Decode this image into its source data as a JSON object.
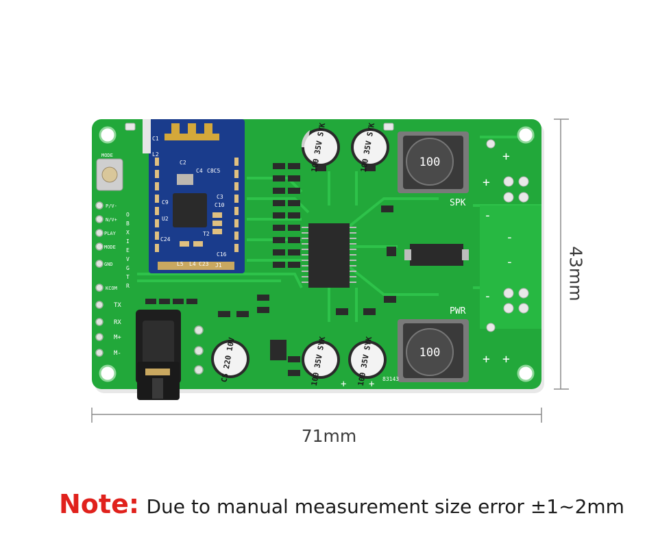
{
  "dimensions": {
    "width": "71mm",
    "height": "43mm"
  },
  "note": {
    "label": "Note:",
    "text": "Due to manual measurement size error ±1~2mm"
  },
  "board": {
    "pcb_color": "#22a83a",
    "trace_color": "#2ec24a",
    "module_color": "#1a3c8c",
    "silkscreen": {
      "mode": "MODE",
      "spk": "SPK",
      "pwr": "PWR",
      "plus": "+",
      "minus": "-",
      "left_pins": [
        "P/V-",
        "N/V+",
        "PLAY",
        "MODE",
        "GND",
        "KCOM",
        "TX",
        "RX",
        "M+",
        "M-"
      ],
      "led_column": [
        "O",
        "B",
        "X",
        "I",
        "E",
        "V",
        "G",
        "T",
        "R"
      ],
      "module_labels": [
        "C1",
        "C2",
        "C4",
        "C8C5",
        "C9",
        "C10",
        "U2",
        "T2",
        "C24",
        "C3",
        "C16",
        "L5",
        "L4",
        "C23",
        "J1",
        "L2"
      ],
      "serial": "83143"
    },
    "capacitors_small": [
      "100 35V SYK",
      "100 35V SYK",
      "100 35V SYK",
      "100 35V SYK"
    ],
    "capacitor_large": "CS 220 10V",
    "inductors": [
      "100",
      "100"
    ]
  }
}
